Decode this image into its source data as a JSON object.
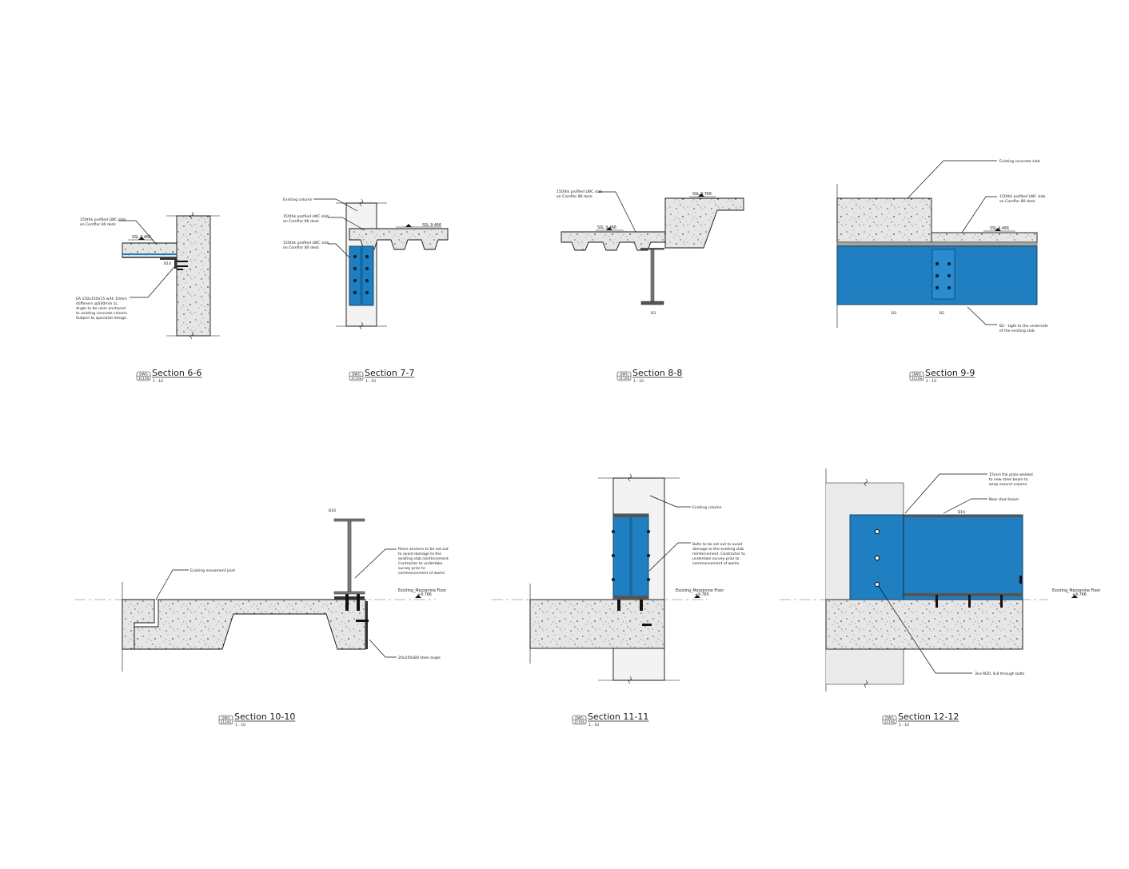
{
  "sheet": {
    "background": "#ffffff",
    "steel_color": "#1f7fc1",
    "concrete_fill": "#e6e6e6",
    "wall_fill": "#ebebeb"
  },
  "sections": [
    {
      "title": "Section 6-6",
      "tag_top": "DWG",
      "tag_bottom": "3110S",
      "scale": "1 : 10",
      "notes": [
        "150thk profiled LWC slab",
        "on Comflor 80 deck",
        "EA 150x150x15 with 10mm",
        "stiffeners @500mm cc.",
        "Angle to be resin anchored",
        "to existing concrete column.",
        "Subject to specialist design."
      ],
      "levels": [
        "SSL 9.466"
      ],
      "marks": [
        "B14"
      ]
    },
    {
      "title": "Section 7-7",
      "tag_top": "DWG",
      "tag_bottom": "3110S",
      "scale": "1 : 10",
      "notes": [
        "Existing column",
        "150thk profiled LWC slab",
        "on Comflor 80 deck",
        "150thk profiled LWC slab",
        "on Comflor 80 deck"
      ],
      "levels": [
        "SSL 9.466"
      ]
    },
    {
      "title": "Section 8-8",
      "tag_top": "DWG",
      "tag_bottom": "3110S",
      "scale": "1 : 10",
      "notes": [
        "150thk profiled LWC slab",
        "on Comflor 80 deck"
      ],
      "levels": [
        "SSL 9.466",
        "SSL 9.766"
      ],
      "marks": [
        "B3"
      ]
    },
    {
      "title": "Section 9-9",
      "tag_top": "DWG",
      "tag_bottom": "3110S",
      "scale": "1 : 10",
      "notes": [
        "Existing concrete slab",
        "150thk profiled LWC slab",
        "on Comflor 80 deck",
        "B2 - tight to the underside",
        "of the existing slab"
      ],
      "levels": [
        "SSL 9.466"
      ],
      "marks": [
        "B3",
        "B2"
      ]
    },
    {
      "title": "Section 10-10",
      "tag_top": "DWG",
      "tag_bottom": "3110S",
      "scale": "1 : 10",
      "notes": [
        "Existing movement joint",
        "Resin anchors to be set out",
        "to avoid damage to the",
        "existing slab reinforcement.",
        "Contractor to undertake",
        "survey prior to",
        "commencement of works",
        "20x250x80 steel angle"
      ],
      "levels": [
        "Existing_Mezzanine Floor",
        "+9.766"
      ],
      "marks": [
        "B16"
      ]
    },
    {
      "title": "Section 11-11",
      "tag_top": "DWG",
      "tag_bottom": "3110S",
      "scale": "1 : 10",
      "notes": [
        "Existing column",
        "Bolts to be set out to avoid",
        "damage to the existing slab",
        "reinforcement. Contractor to",
        "undertake survey prior to",
        "commencement of works"
      ],
      "levels": [
        "Existing_Mezzanine Floor",
        "+9.765"
      ]
    },
    {
      "title": "Section 12-12",
      "tag_top": "DWG",
      "tag_bottom": "3110S",
      "scale": "1 : 10",
      "notes": [
        "15mm thk plate welded",
        "to new steel beam to",
        "wrap around column",
        "New steel beam",
        "3no M20, 8.8 through bolts"
      ],
      "levels": [
        "Existing_Mezzanine Floor",
        "+9.766"
      ],
      "marks": [
        "B16"
      ]
    }
  ]
}
